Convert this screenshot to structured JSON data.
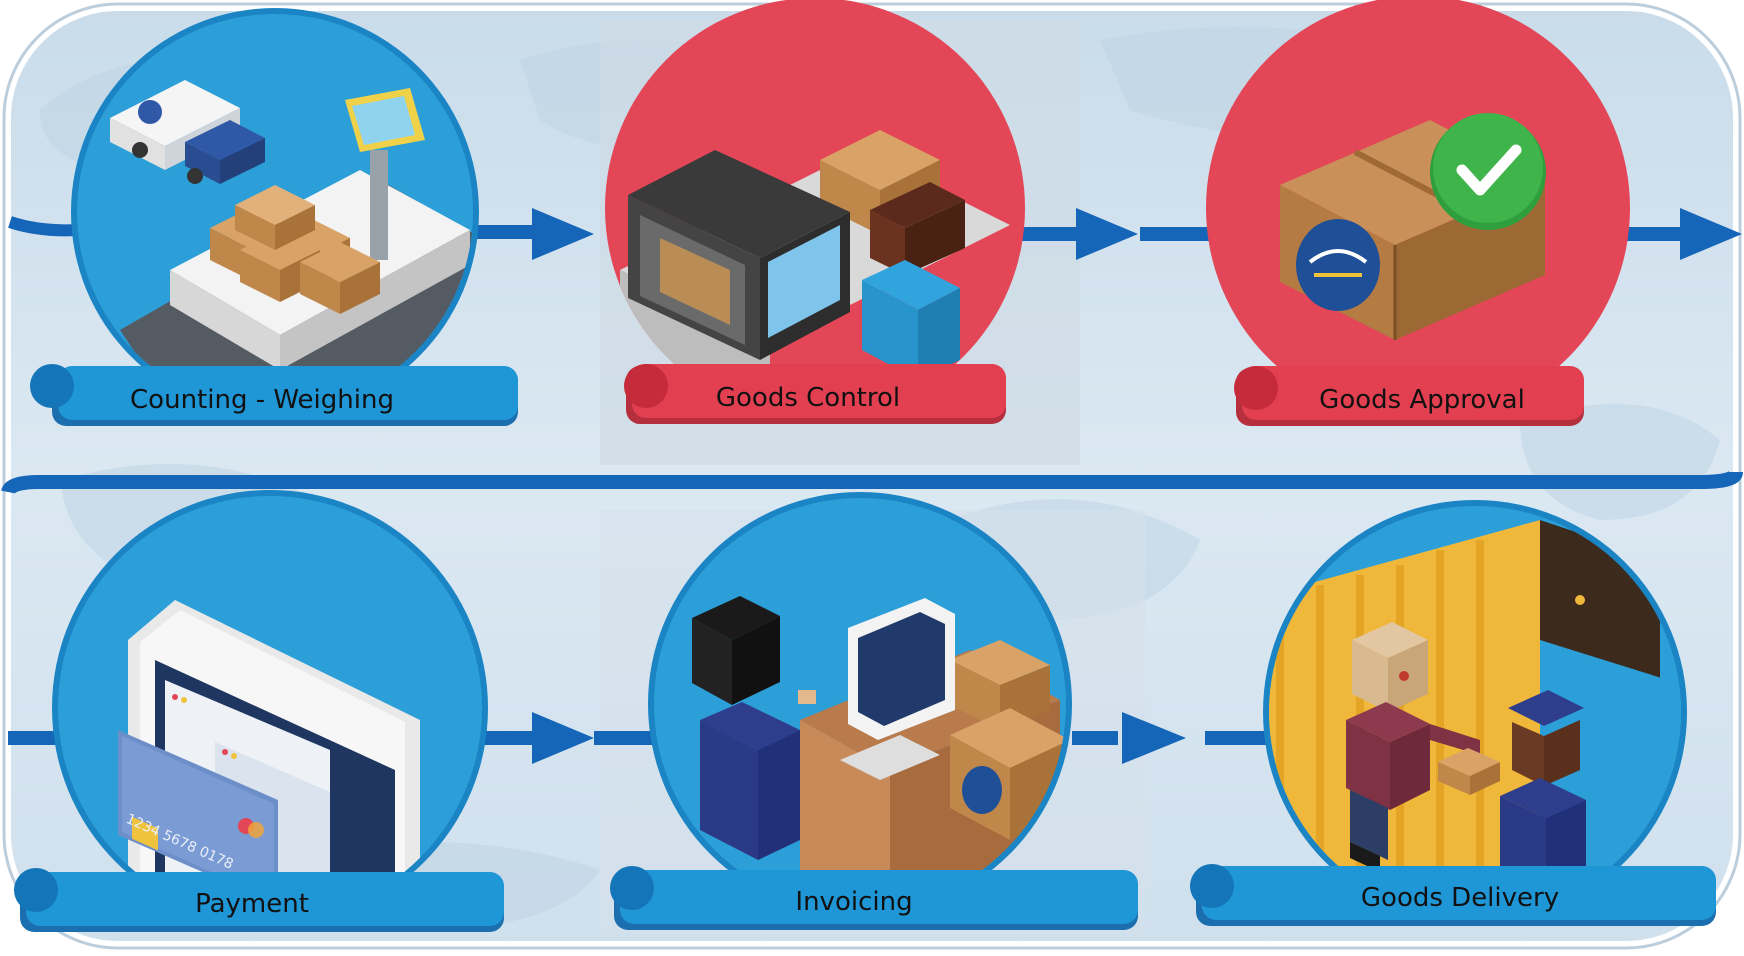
{
  "title": "",
  "colors": {
    "blue_circle": "#2c9fd9",
    "blue_label": "#1f96d6",
    "blue_label_tab": "#1476b8",
    "red_circle": "#e34657",
    "red_label": "#e23f50",
    "red_label_tab": "#c52b3b",
    "connector": "#1565b8",
    "background": "#d2e2ee",
    "box": "#c68d4e",
    "check": "#3fb44b"
  },
  "steps": [
    {
      "id": "counting",
      "label": "Counting - Weighing",
      "theme": "blue",
      "icon": "truck-scale-icon"
    },
    {
      "id": "control",
      "label": "Goods Control",
      "theme": "red",
      "icon": "xray-scanner-icon"
    },
    {
      "id": "approval",
      "label": "Goods Approval",
      "theme": "red",
      "icon": "approved-box-icon"
    },
    {
      "id": "payment",
      "label": "Payment",
      "theme": "blue",
      "icon": "credit-card-payment-icon"
    },
    {
      "id": "invoicing",
      "label": "Invoicing",
      "theme": "blue",
      "icon": "invoicing-desk-icon"
    },
    {
      "id": "delivery",
      "label": "Goods Delivery",
      "theme": "blue",
      "icon": "handover-delivery-icon"
    }
  ],
  "illustration": {
    "card_number": "1234 5678 0178"
  }
}
